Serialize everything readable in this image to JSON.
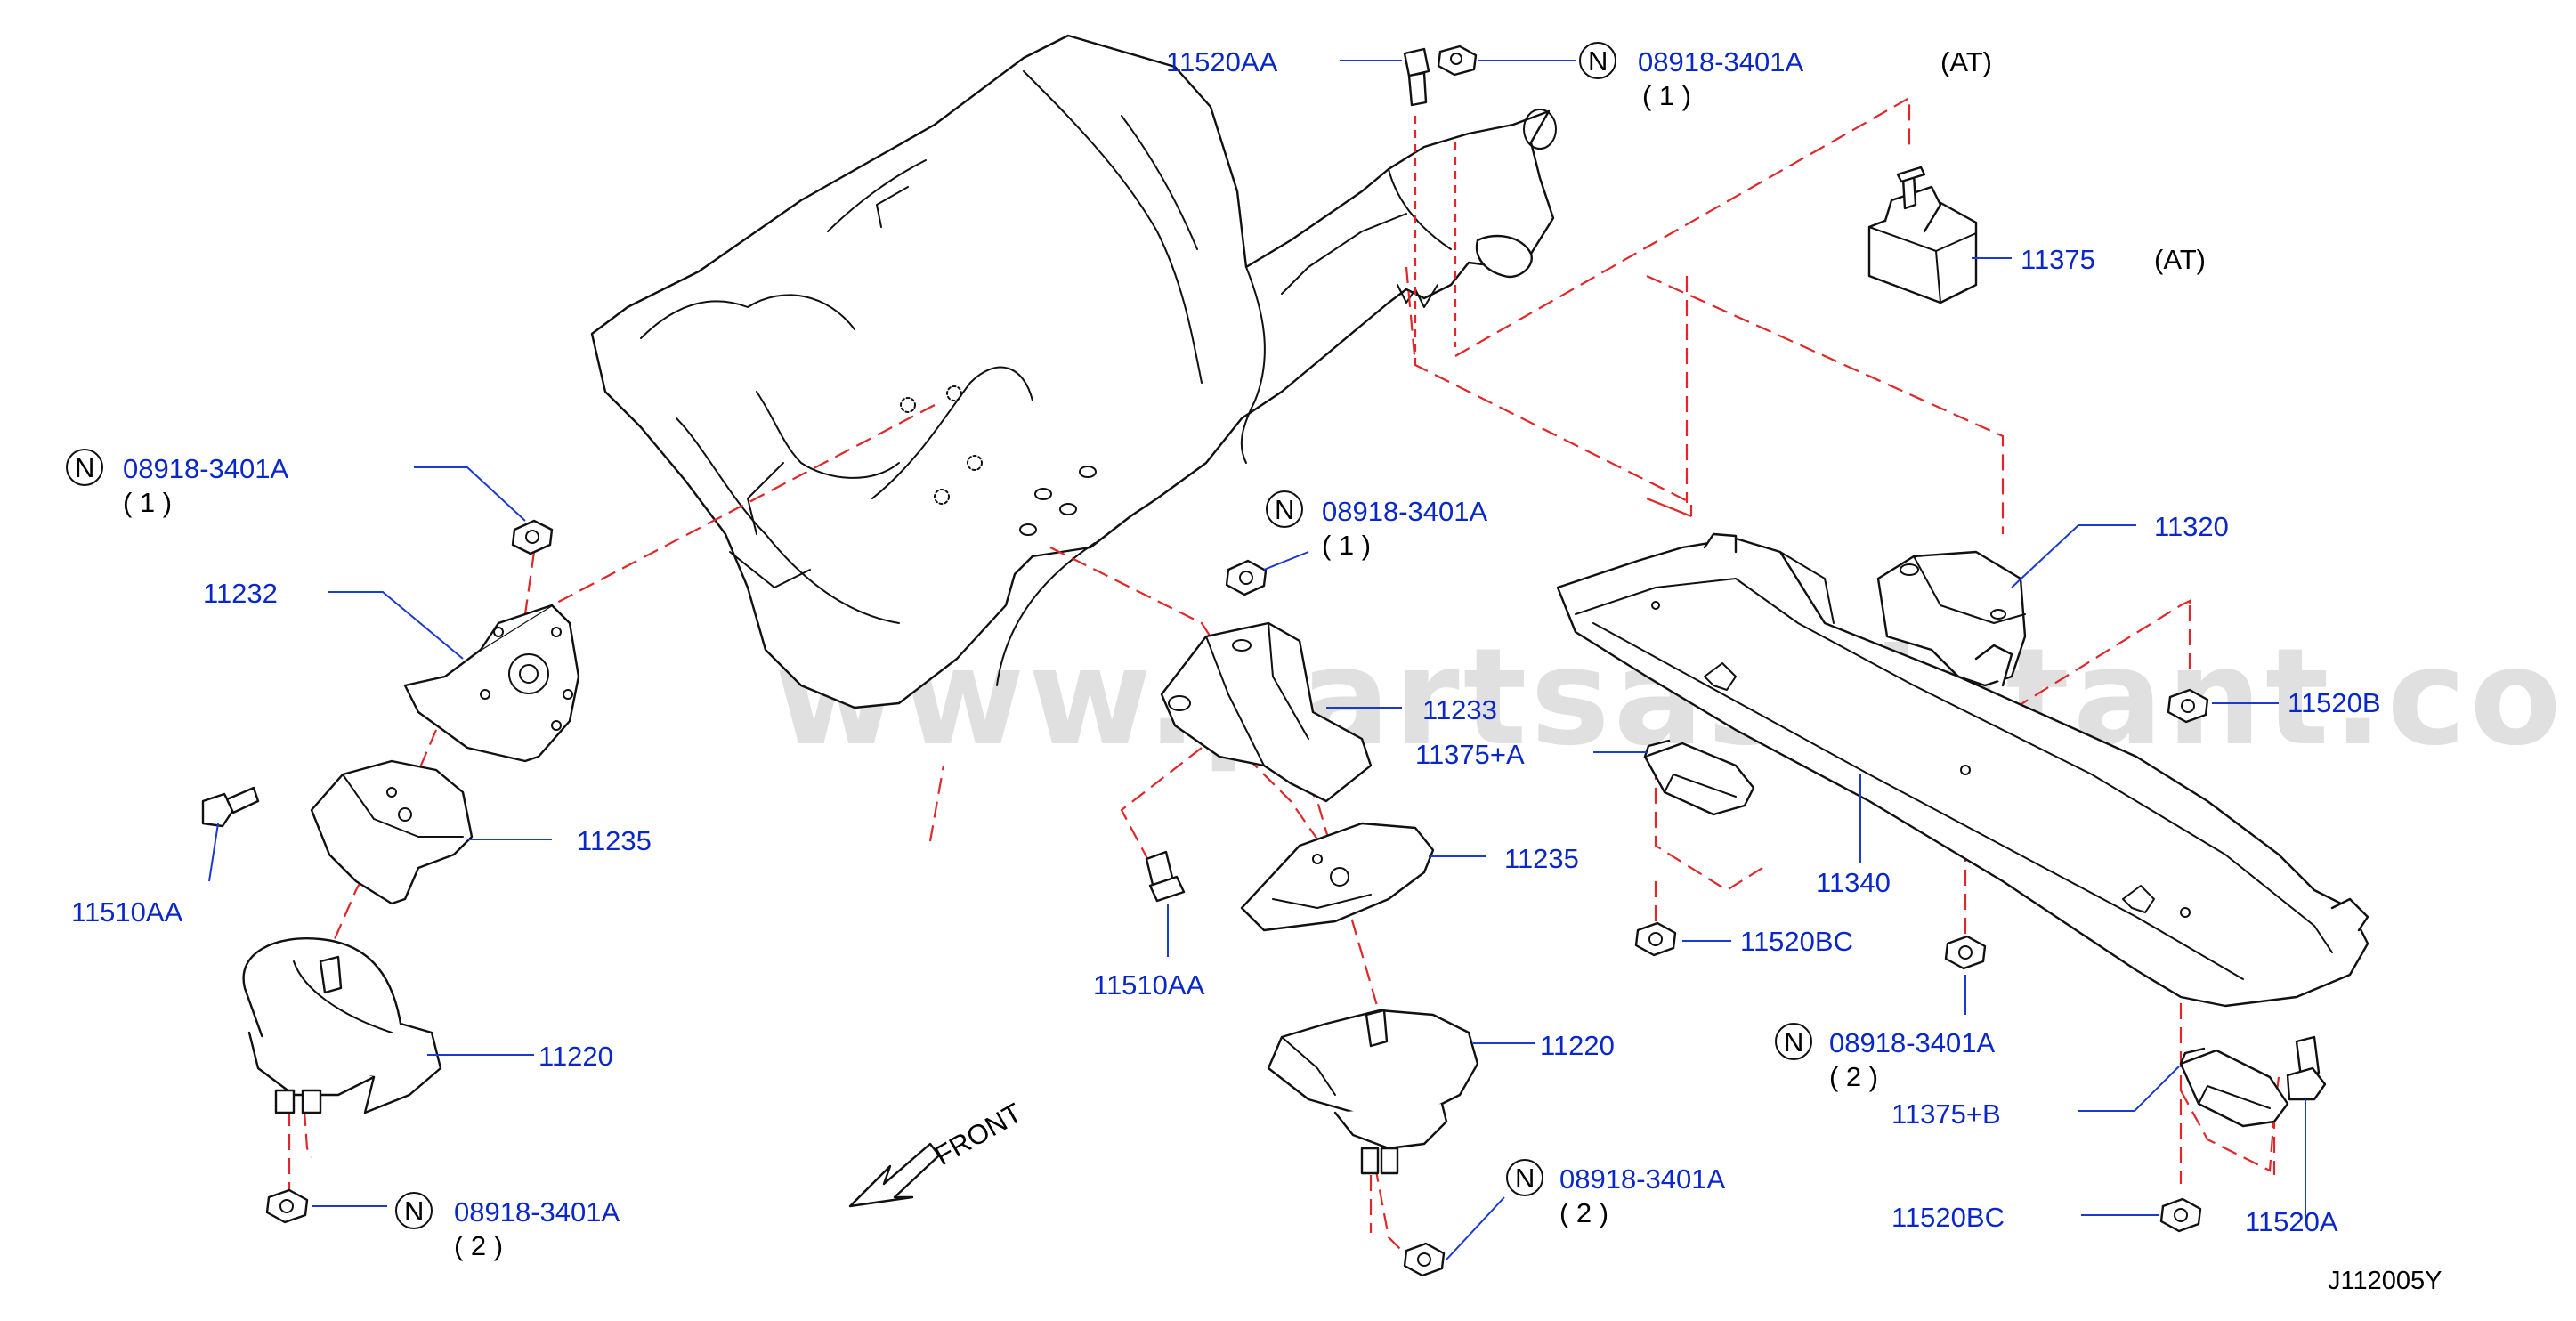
{
  "watermark": "www.partsassistant.com",
  "diagram_code": "J112005Y",
  "front_label": "FRONT",
  "n_symbol": "N",
  "labels": {
    "p11520AA_top": "11520AA",
    "p08918_top": "08918-3401A",
    "q_top": "( 1 )",
    "at_top": "(AT)",
    "p11375": "11375",
    "at_11375": "(AT)",
    "p08918_left": "08918-3401A",
    "q_left": "( 1 )",
    "p11232": "11232",
    "p08918_mid": "08918-3401A",
    "q_mid": "( 1 )",
    "p11320": "11320",
    "p11520B": "11520B",
    "p11233": "11233",
    "p11375A": "11375+A",
    "p11235_left": "11235",
    "p11510AA_left": "11510AA",
    "p11235_right": "11235",
    "p11340": "11340",
    "p11520BC_upper": "11520BC",
    "p11510AA_right": "11510AA",
    "p11220_left": "11220",
    "p11220_right": "11220",
    "p08918_crossmember": "08918-3401A",
    "q_crossmember": "( 2 )",
    "p11375B": "11375+B",
    "p08918_bottom_left": "08918-3401A",
    "q_bottom_left": "( 2 )",
    "p08918_bottom_mid": "08918-3401A",
    "q_bottom_mid": "( 2 )",
    "p11520BC_lower": "11520BC",
    "p11520A": "11520A"
  }
}
